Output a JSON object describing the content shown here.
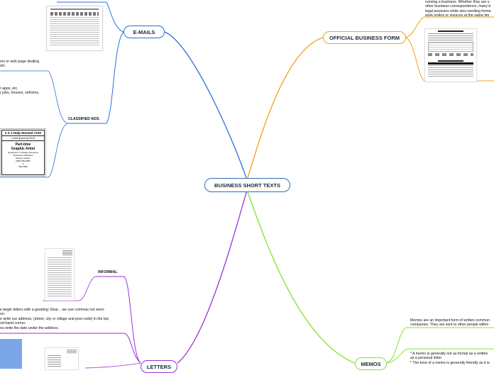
{
  "central": "BUSINESS SHORT TEXTS",
  "branches": {
    "emails": {
      "label": "E-MAILS",
      "color": "#2b6fd6"
    },
    "official": {
      "label": "OFFICIAL BUSINESS FORM",
      "color": "#f2a21b"
    },
    "memos": {
      "label": "MEMOS",
      "color": "#7ee52e"
    },
    "letters": {
      "label": "LETTERS",
      "color": "#9a2fd6"
    }
  },
  "emails_children": {
    "classified": {
      "label": "CLASSIFIED ADS:"
    },
    "classified_text": [
      "ms or web page dealing",
      "etc."
    ],
    "classified_text2": [
      "r apps, etc.",
      "r jobs, houses, vehicles,"
    ],
    "ad_card": {
      "header": "2 X 2 Help Wanted #100",
      "subheader": "Lorem ipsum ad 2010",
      "title1": "Part-time",
      "title2": "Graphic Artist",
      "lines": [
        "Experience in design and layout",
        "Photoshop, Illustrator",
        "Please contact:",
        "(555) 555-5555",
        "or",
        "555-5555"
      ]
    }
  },
  "official_text": [
    "running a business. Whether they are u",
    "other business correspondence, many b",
    "legal purposes while also needing forma",
    "work orders or invoices at the same tim"
  ],
  "memos_text": {
    "p1": [
      "Memos are an important form of written commun",
      "companies. They are sent to other people within"
    ],
    "p2": [
      "* A memo is generally not as formal as a written",
      "as a personal letter.",
      "* The tone of a memo is generally friendly as it is"
    ]
  },
  "letters_children": {
    "informal": {
      "label": "INFORMAL"
    },
    "informal_text": [
      "e begin letters with a greeting: Dear... we use commas not semi-",
      "on.",
      "e write our address, (street, city or village and post code) in the top",
      "nd-hand corner.",
      "ou write the date under the address."
    ]
  }
}
